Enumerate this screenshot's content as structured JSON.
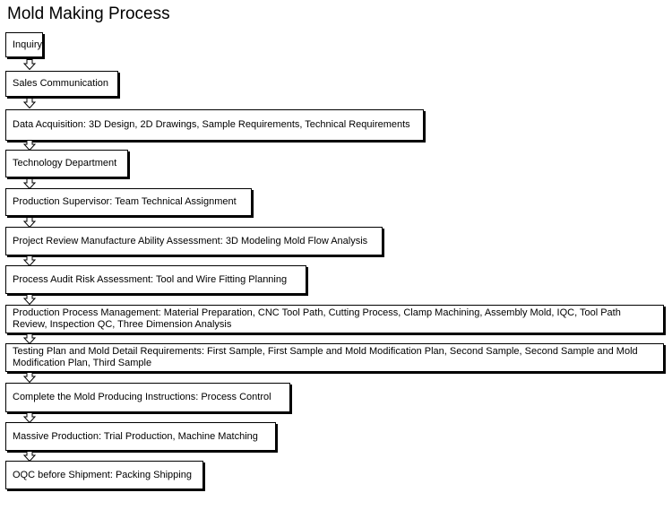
{
  "title": "Mold Making Process",
  "steps": [
    {
      "label": "Inquiry"
    },
    {
      "label": "Sales Communication"
    },
    {
      "label": "Data Acquisition: 3D Design, 2D Drawings, Sample Requirements, Technical Requirements"
    },
    {
      "label": "Technology Department"
    },
    {
      "label": "Production Supervisor: Team Technical Assignment"
    },
    {
      "label": "Project Review Manufacture Ability Assessment: 3D Modeling Mold Flow Analysis"
    },
    {
      "label": "Process Audit Risk Assessment: Tool and Wire Fitting Planning"
    },
    {
      "label": "Production Process Management: Material Preparation, CNC Tool Path, Cutting Process, Clamp Machining,  Assembly Mold, IQC, Tool Path Review, Inspection QC, Three Dimension Analysis"
    },
    {
      "label": "Testing Plan and Mold Detail Requirements: First Sample, First Sample and Mold Modification Plan, Second Sample,  Second Sample and Mold Modification Plan, Third Sample"
    },
    {
      "label": "Complete the Mold Producing Instructions: Process Control"
    },
    {
      "label": "Massive Production: Trial Production, Machine Matching"
    },
    {
      "label": "OQC before Shipment: Packing Shipping"
    }
  ],
  "colors": {
    "border": "#000000",
    "background": "#ffffff",
    "text": "#000000"
  },
  "icons": {
    "connector": "down-arrow-icon"
  }
}
